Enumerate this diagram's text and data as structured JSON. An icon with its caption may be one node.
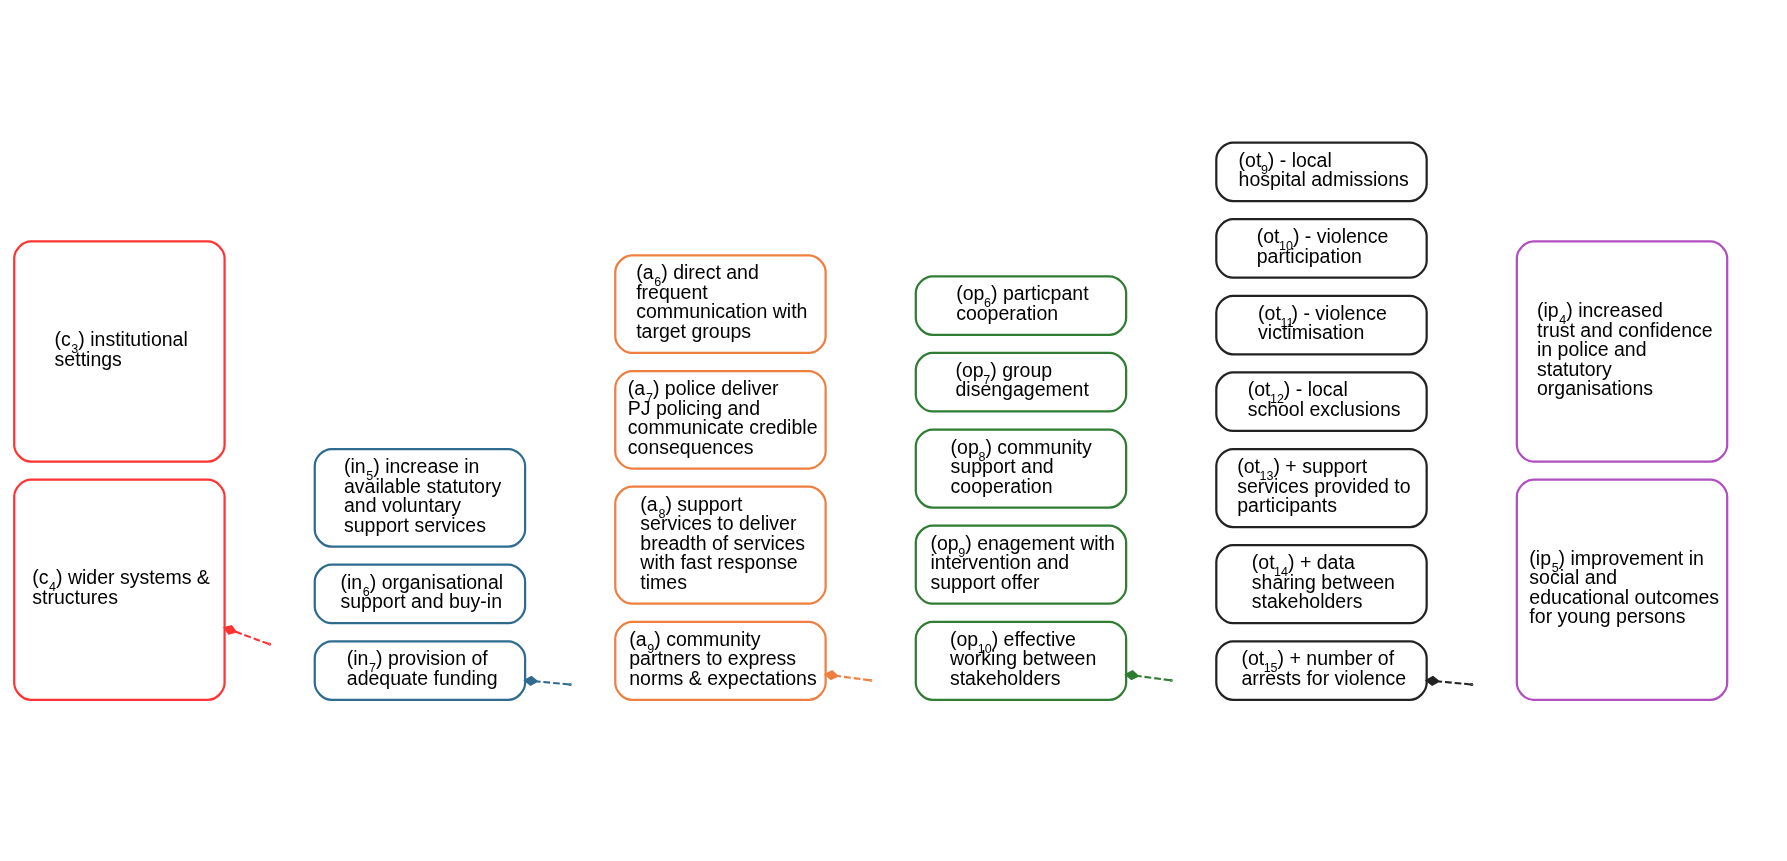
{
  "diagram": {
    "nodes": [
      {
        "text": [
          "(c$_{3}$) institutional settings"
        ]
      },
      {
        "text": [
          "(c$_{4}$) wider systems & structures"
        ]
      },
      {
        "text": [
          "(in$_{5}$) increase in available statutory and voluntary support services"
        ]
      },
      {
        "text": [
          "(in$_{6}$) organisational support and buy-in"
        ]
      },
      {
        "text": [
          "(in$_{7}$) provision of adequate funding"
        ]
      },
      {
        "text": [
          "(a$_{6}$) direct and frequent communication with target groups"
        ]
      },
      {
        "text": [
          "(a$_{7}$) police deliver PJ policing and communicate credible consequences"
        ]
      },
      {
        "text": [
          "(a$_{8}$) support services to deliver breadth of services with fast response times"
        ]
      },
      {
        "text": [
          "(a$_{9}$) community partners to express norms & expectations"
        ]
      },
      {
        "text": [
          "(op$_{6}$) particpant cooperation"
        ]
      },
      {
        "text": [
          "(op$_{7}$) group disengagement"
        ]
      },
      {
        "text": [
          "(op$_{8}$) community support and cooperation"
        ]
      },
      {
        "text": [
          "(op$_{9}$) enagement with intervention and support offer"
        ]
      },
      {
        "text": [
          "(op$_{10}$) effective working between stakeholders"
        ]
      },
      {
        "text": [
          "(ot$_{9}$) - local hospital admissions"
        ]
      },
      {
        "text": [
          "(ot$_{10}$) - violence participation"
        ]
      },
      {
        "text": [
          "(ot$_{11}$) - violence victimisation"
        ]
      },
      {
        "text": [
          "(ot$_{12}$) - local school exclusions"
        ]
      },
      {
        "text": [
          "(ot$_{13}$) + support services provided to participants"
        ]
      },
      {
        "text": [
          "(ot$_{14}$) + data sharing between stakeholders"
        ]
      },
      {
        "text": [
          "(ot$_{15}$) + number of arrests for violence"
        ]
      },
      {
        "text": [
          "(ip$_{4}$) increased trust and confidence in police and statutory organisations"
        ]
      },
      {
        "text": [
          "(ip$_{5}$) improvement in social and educational outcomes for young persons"
        ]
      }
    ],
    "edges": [
      {
        "from": null,
        "to": 1,
        "arrow": "other",
        "style": "dashed",
        "color": "#ff3333"
      },
      {
        "from": null,
        "to": 4,
        "arrow": "other",
        "style": "dashed",
        "color": "#2f6b8f"
      },
      {
        "from": null,
        "to": 8,
        "arrow": "other",
        "style": "dashed",
        "color": "#ef7f3f"
      },
      {
        "from": null,
        "to": 13,
        "arrow": "other",
        "style": "dashed",
        "color": "#2e7d32"
      },
      {
        "from": null,
        "to": 20,
        "arrow": "other",
        "style": "dashed",
        "color": "#222222"
      }
    ]
  }
}
